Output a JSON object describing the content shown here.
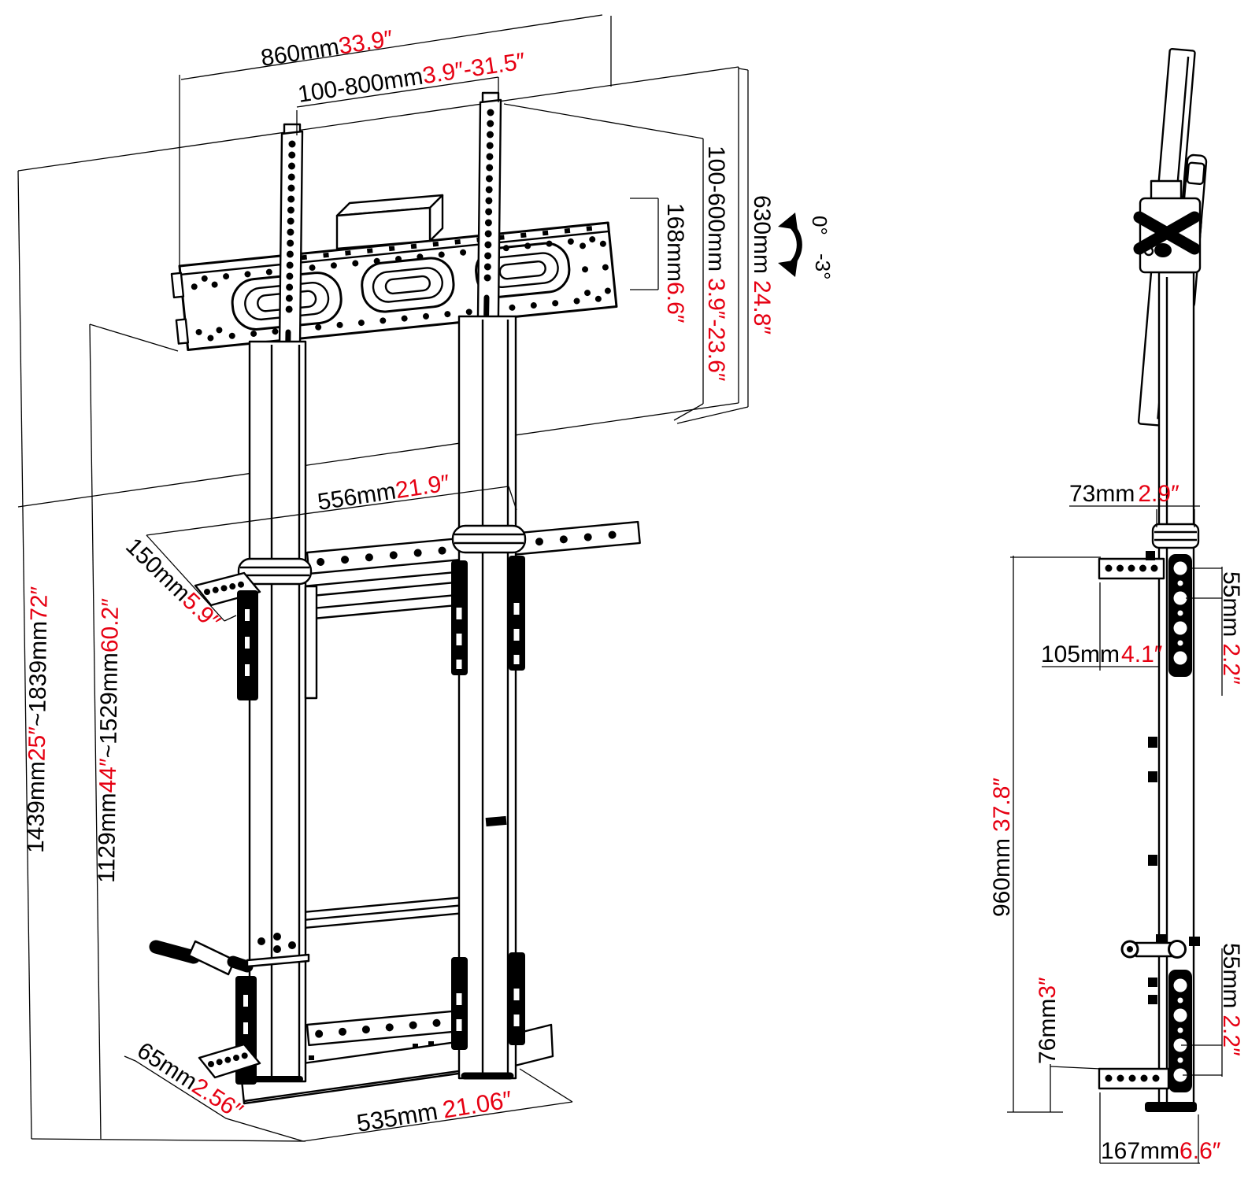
{
  "title": "Height-adjustable TV floor stand dimension drawing",
  "colors": {
    "line": "#000000",
    "dim_red": "#e60012"
  },
  "front_view": {
    "dims": {
      "total_width": {
        "mm": "860mm",
        "inch": "33.9″"
      },
      "vesa_width": {
        "mm": "100-800mm",
        "inch": "3.9″-31.5″"
      },
      "bracket_height": {
        "mm": "168mm",
        "inch": "6.6″"
      },
      "vesa_height": {
        "mm": "100-600mm",
        "inch": "3.9″-23.6″"
      },
      "panel_height": {
        "mm": "630mm",
        "inch": "24.8″"
      },
      "tilt": {
        "max": "0°",
        "min": "-3°"
      },
      "overall_height": {
        "mm_min": "1439mm",
        "inch_min": "25″",
        "mm_max": "~1839mm",
        "inch_max": "72″"
      },
      "column_height": {
        "mm_min": "1129mm",
        "inch_min": "44″",
        "mm_max": "~1529mm",
        "inch_max": "60.2″"
      },
      "rail_width": {
        "mm": "556mm",
        "inch": "21.9″"
      },
      "bracket_depth": {
        "mm": "150mm",
        "inch": "5.9″"
      },
      "foot_offset": {
        "mm": "65mm",
        "inch": "2.56″"
      },
      "base_width": {
        "mm": "535mm",
        "inch": "21.06″"
      }
    }
  },
  "side_view": {
    "dims": {
      "column_width": {
        "mm": "73mm",
        "inch": "2.9″"
      },
      "arm_length": {
        "mm": "105mm",
        "inch": "4.1″"
      },
      "hole_spacing_top": {
        "mm": "55mm",
        "inch": "2.2″"
      },
      "column_height": {
        "mm": "960mm",
        "inch": "37.8″"
      },
      "foot_height": {
        "mm": "76mm",
        "inch": "3″"
      },
      "hole_spacing_bottom": {
        "mm": "55mm",
        "inch": "2.2″"
      },
      "base_depth": {
        "mm": "167mm",
        "inch": "6.6″"
      }
    }
  }
}
